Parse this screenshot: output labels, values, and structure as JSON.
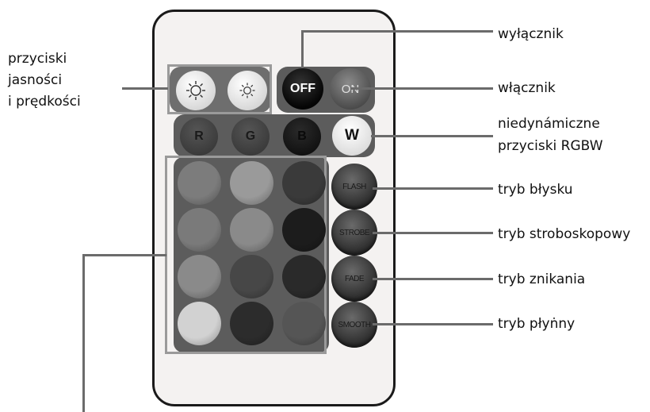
{
  "labels": {
    "brightness_speed": [
      "przyciski",
      "jasności",
      "i prędkości"
    ],
    "off_switch": "wyłącznik",
    "on_switch": "włącznik",
    "rgbw": [
      "niedynámiczne ",
      "przyciski RGBW"
    ],
    "flash_mode": "tryb błysku",
    "strobe_mode": "tryb stroboskopowy",
    "fade_mode": "tryb znikania",
    "smooth_mode": "tryb płyṅny"
  },
  "remote": {
    "off": "OFF",
    "on": "ON",
    "r": "R",
    "g": "G",
    "b": "B",
    "w": "W",
    "flash": "FLASH",
    "strobe": "STROBE",
    "fade": "FADE",
    "smooth": "SMOOTH",
    "color_grid": [
      [
        "#7c7c7c",
        "#9a9a9a",
        "#3a3a3a"
      ],
      [
        "#7a7a7a",
        "#8a8a8a",
        "#1c1c1c"
      ],
      [
        "#8a8a8a",
        "#474747",
        "#2a2a2a"
      ],
      [
        "#d2d2d2",
        "#2c2c2c",
        "#555555"
      ]
    ]
  }
}
